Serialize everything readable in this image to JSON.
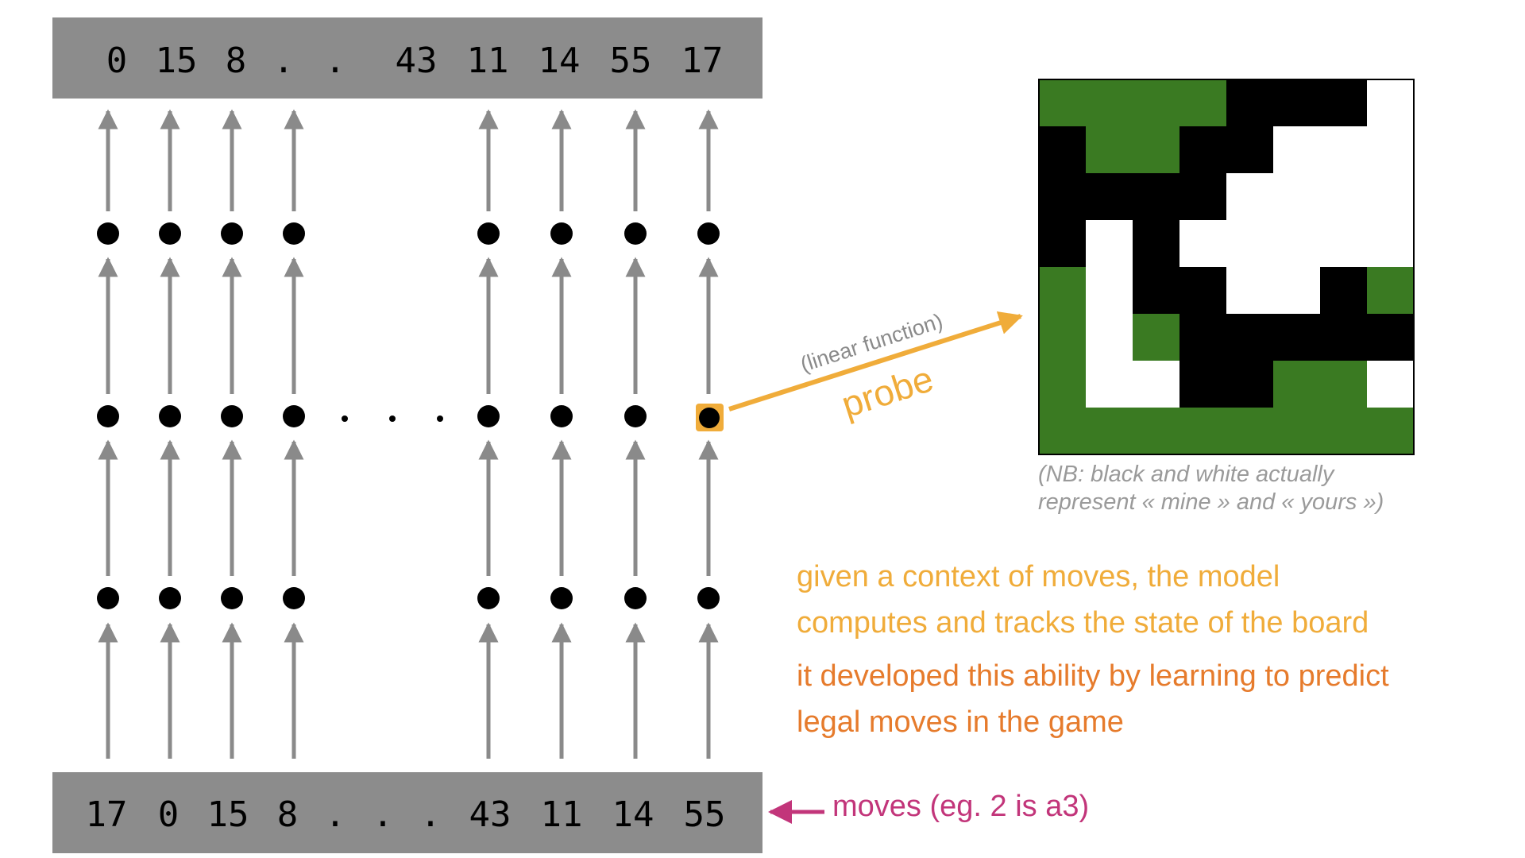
{
  "output_tokens": [
    "0",
    "15",
    "8",
    ".",
    ".",
    "43",
    "11",
    "14",
    "55",
    "17"
  ],
  "input_tokens": [
    "17",
    "0",
    "15",
    "8",
    ".",
    ".",
    ".",
    "43",
    "11",
    "14",
    "55"
  ],
  "probe": {
    "small_label": "(linear function)",
    "big_label": "probe"
  },
  "board_note": {
    "line1": "(NB: black and white actually",
    "line2": "represent « mine » and « yours »)"
  },
  "text": {
    "line1": "given a context of moves, the model",
    "line2": "computes and tracks the state of the board",
    "line3": "it developed this ability by learning to predict",
    "line4": "legal moves in the game"
  },
  "moves_label": "moves (eg. 2 is a3)",
  "board": {
    "legend": {
      "G": "green",
      "B": "black",
      "W": "white"
    },
    "rows": [
      "GGGGBBBW",
      "BGGBBWWW",
      "BBBBWWWW",
      "BWBWWWWW",
      "GWBBWWBG",
      "GWGBBBBB",
      "GWWBBGGW",
      "GGGGGGGG"
    ]
  },
  "colors": {
    "bar": "#8c8c8c",
    "arrow": "#8a8a8a",
    "dot": "#000000",
    "probe": "#f0ac3a",
    "text_yellow": "#f0ac3a",
    "text_orange": "#e67b2c",
    "moves": "#c2357a",
    "board_green": "#3a7a22",
    "board_black": "#000000",
    "board_white": "#ffffff"
  }
}
